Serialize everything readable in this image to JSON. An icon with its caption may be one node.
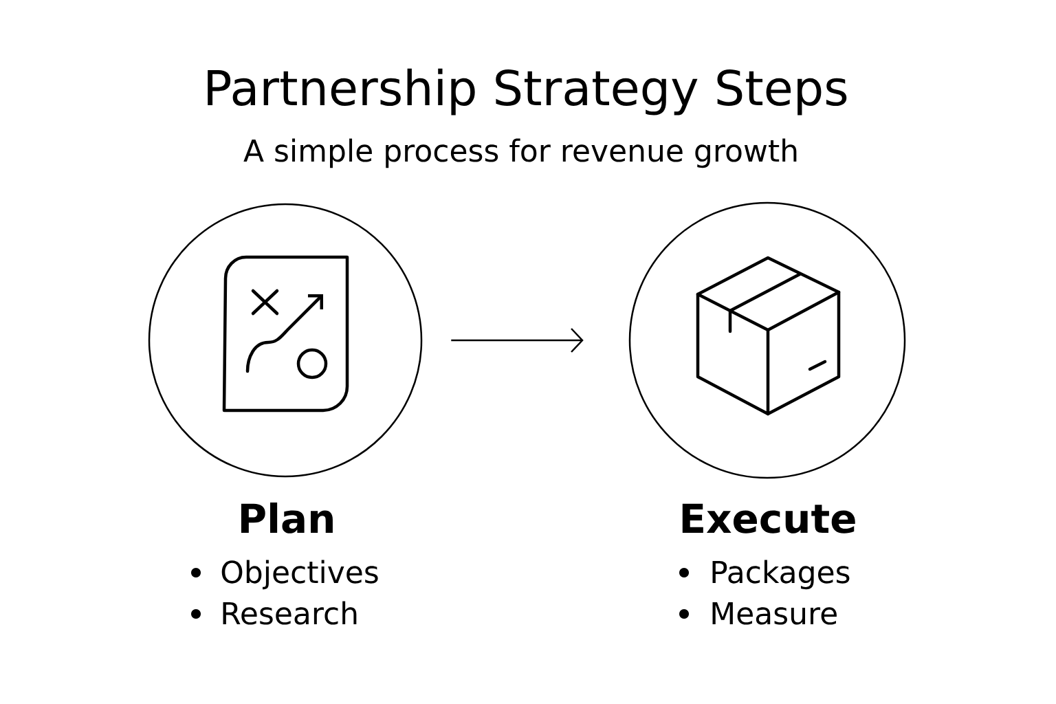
{
  "diagram": {
    "title": "Partnership Strategy Steps",
    "nodes": [
      {
        "text": [
          "Plan",
          "Objectives",
          "Research"
        ]
      },
      {
        "text": [
          "Execute",
          "Packages",
          "Measure"
        ]
      }
    ],
    "edges": [
      {
        "from": 0,
        "to": 1,
        "arrow": "to"
      }
    ],
    "labels": [
      "A simple process for revenue growth"
    ]
  }
}
